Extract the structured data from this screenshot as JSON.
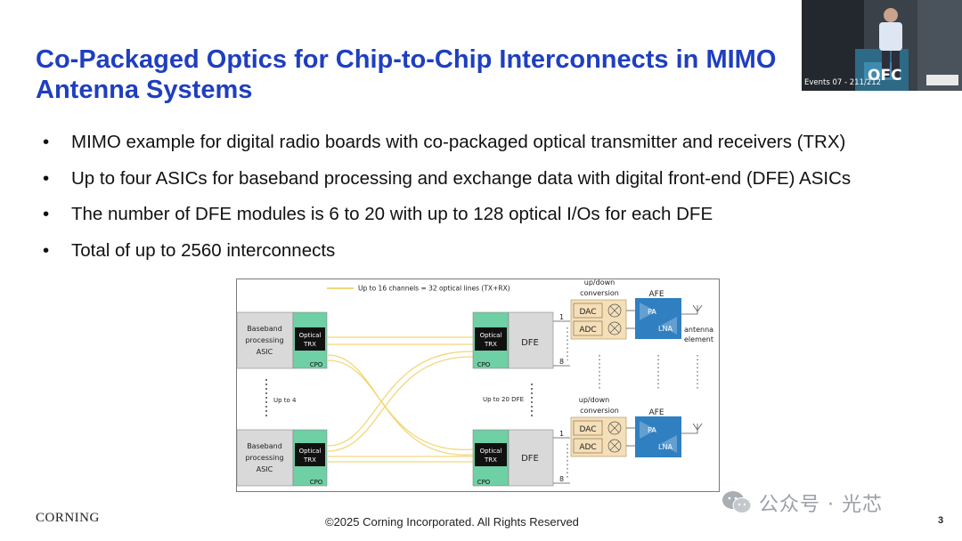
{
  "slide": {
    "title": "Co-Packaged Optics for Chip-to-Chip Interconnects in MIMO Antenna Systems",
    "bullets": [
      "MIMO example for digital radio boards with co-packaged optical transmitter and receivers (TRX)",
      "Up to four ASICs for baseband processing and exchange data with digital front-end (DFE) ASICs",
      "The number of DFE modules is 6 to 20 with up to 128 optical I/Os for each DFE",
      "Total of up to 2560 interconnects"
    ],
    "footer": {
      "logo": "CORNING",
      "copyright": "©2025 Corning Incorporated. All Rights Reserved",
      "page": "3"
    }
  },
  "video": {
    "caption": "Events 07 - 211/212",
    "sign": "OFC"
  },
  "watermark": {
    "text": "公众号 · 光芯"
  },
  "diagram": {
    "legend": "Up to 16 channels = 32 optical lines (TX+RX)",
    "baseband_label": [
      "Baseband",
      "processing",
      "ASIC"
    ],
    "optical_label": [
      "Optical",
      "TRX"
    ],
    "cpo": "CPO",
    "dfe": "DFE",
    "up_to_4": "Up to 4",
    "up_to_20": "Up to 20 DFE",
    "port_first": "1",
    "port_last": "8",
    "updown": [
      "up/down",
      "conversion"
    ],
    "dac": "DAC",
    "adc": "ADC",
    "afe": "AFE",
    "pa": "PA",
    "lna": "LNA",
    "antenna": [
      "antenna",
      "element"
    ],
    "colors": {
      "green": "#6fcfa5",
      "gray": "#d9d9d9",
      "black": "#111111",
      "yellow": "#f2d77a",
      "tan": "#f5dfb8",
      "blue": "#2f7fc1"
    }
  }
}
